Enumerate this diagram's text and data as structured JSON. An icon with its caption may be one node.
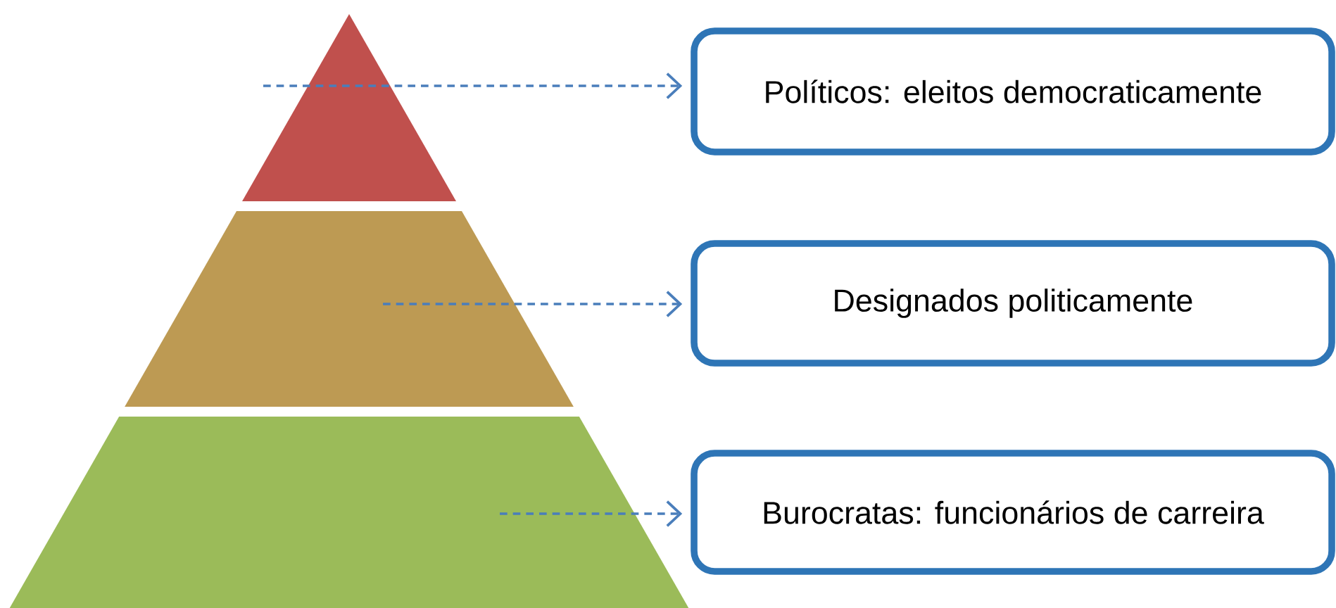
{
  "diagram": {
    "nodes": [
      {
        "text": [],
        "shape": "triangle"
      },
      {
        "text": [],
        "shape": "trapezoid"
      },
      {
        "text": [],
        "shape": "trapezoid"
      },
      {
        "text": [
          "Políticos: eleitos democraticamente"
        ]
      },
      {
        "text": [
          "Designados politicamente"
        ]
      },
      {
        "text": [
          "Burocratas: funcionários de carreira"
        ]
      }
    ],
    "edges": [
      {
        "from": 0,
        "to": 3,
        "arrow": "to",
        "style": "dashed"
      },
      {
        "from": 1,
        "to": 4,
        "arrow": "to",
        "style": "dashed"
      },
      {
        "from": 2,
        "to": 5,
        "arrow": "to",
        "style": "dashed"
      }
    ]
  }
}
